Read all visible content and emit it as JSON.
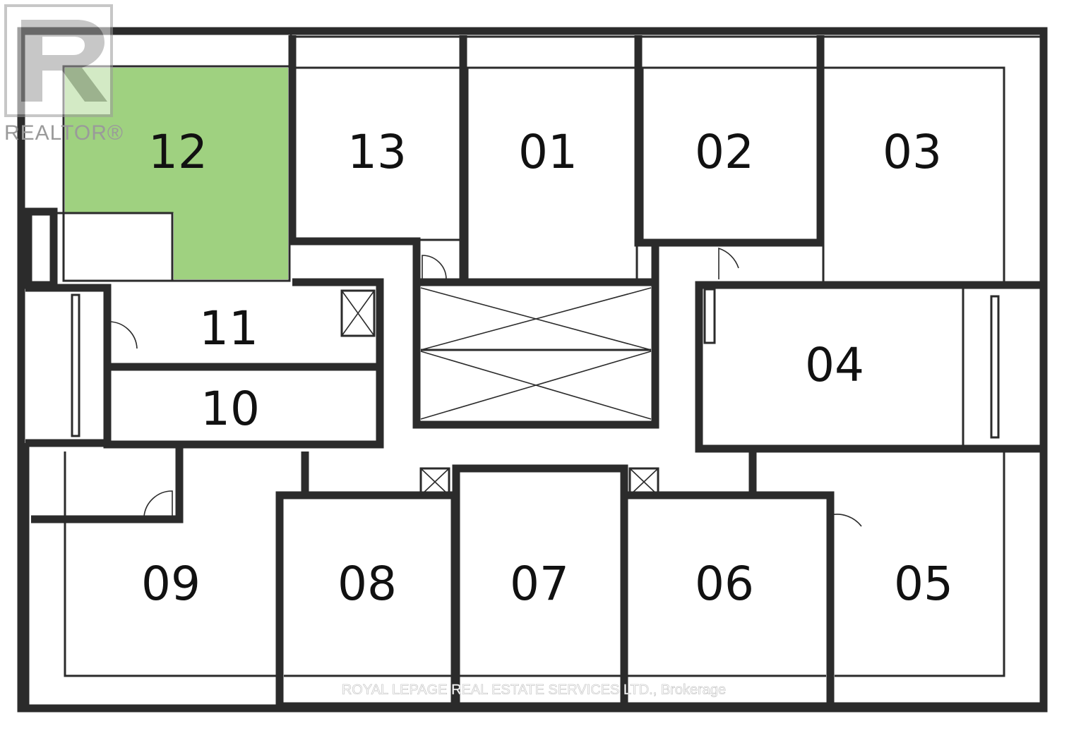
{
  "units": [
    {
      "id": "12",
      "label": "12",
      "highlighted": true
    },
    {
      "id": "13",
      "label": "13",
      "highlighted": false
    },
    {
      "id": "01",
      "label": "01",
      "highlighted": false
    },
    {
      "id": "02",
      "label": "02",
      "highlighted": false
    },
    {
      "id": "03",
      "label": "03",
      "highlighted": false
    },
    {
      "id": "11",
      "label": "11",
      "highlighted": false
    },
    {
      "id": "04",
      "label": "04",
      "highlighted": false
    },
    {
      "id": "10",
      "label": "10",
      "highlighted": false
    },
    {
      "id": "09",
      "label": "09",
      "highlighted": false
    },
    {
      "id": "08",
      "label": "08",
      "highlighted": false
    },
    {
      "id": "07",
      "label": "07",
      "highlighted": false
    },
    {
      "id": "06",
      "label": "06",
      "highlighted": false
    },
    {
      "id": "05",
      "label": "05",
      "highlighted": false
    }
  ],
  "logo": {
    "text": "REALTOR®",
    "icon": "realtor-r-logo-icon"
  },
  "watermark": {
    "text": "ROYAL LEPAGE REAL ESTATE SERVICES LTD., Brokerage"
  },
  "colors": {
    "highlight": "#9fd180",
    "wall": "#2b2b2b",
    "logo": "#9a9a9a"
  }
}
